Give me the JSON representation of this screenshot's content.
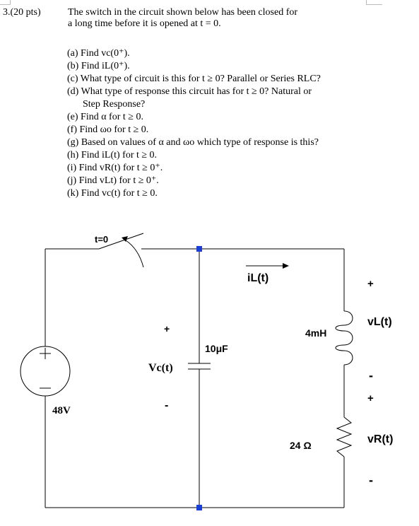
{
  "question": {
    "number": "3.(20 pts)",
    "line1": "The switch in the circuit shown below has been closed for",
    "line2": "a long time before it is opened at t = 0."
  },
  "parts": [
    {
      "id": "a",
      "text": "(a) Find vc(0⁺)."
    },
    {
      "id": "b",
      "text": "(b) Find iL(0⁺)."
    },
    {
      "id": "c",
      "text": "(c) What type of circuit is this for t ≥ 0? Parallel or Series RLC?"
    },
    {
      "id": "d",
      "text": "(d) What type of response this circuit has for t ≥ 0? Natural or"
    },
    {
      "id": "d2",
      "text": "Step Response?"
    },
    {
      "id": "e",
      "text": "(e) Find α for t ≥ 0."
    },
    {
      "id": "f",
      "text": "(f) Find ωo for t ≥ 0."
    },
    {
      "id": "g",
      "text": "(g) Based on values of α and ωo which type of response is this?"
    },
    {
      "id": "h",
      "text": "(h) Find iL(t) for t ≥ 0."
    },
    {
      "id": "i",
      "text": "(i) Find vR(t) for t ≥ 0⁺."
    },
    {
      "id": "j",
      "text": "(j) Find vLt) for t ≥ 0⁺."
    },
    {
      "id": "k",
      "text": "(k) Find vc(t) for t ≥ 0."
    }
  ],
  "circuit": {
    "switch_label": "t=0",
    "source_value": "48V",
    "source_plus": "+",
    "source_minus": "—",
    "cap_plus": "+",
    "cap_minus": "-",
    "cap_voltage": "Vc(t)",
    "cap_value": "10μF",
    "current_label": "iL(t)",
    "inductor_value": "4mH",
    "inductor_voltage": "vL(t)",
    "vl_plus": "+",
    "vl_minus": "-",
    "resistor_value": "24 Ω",
    "resistor_voltage": "vR(t)",
    "vr_plus": "+",
    "vr_minus": "-",
    "node_color": "#1a3fd6"
  }
}
